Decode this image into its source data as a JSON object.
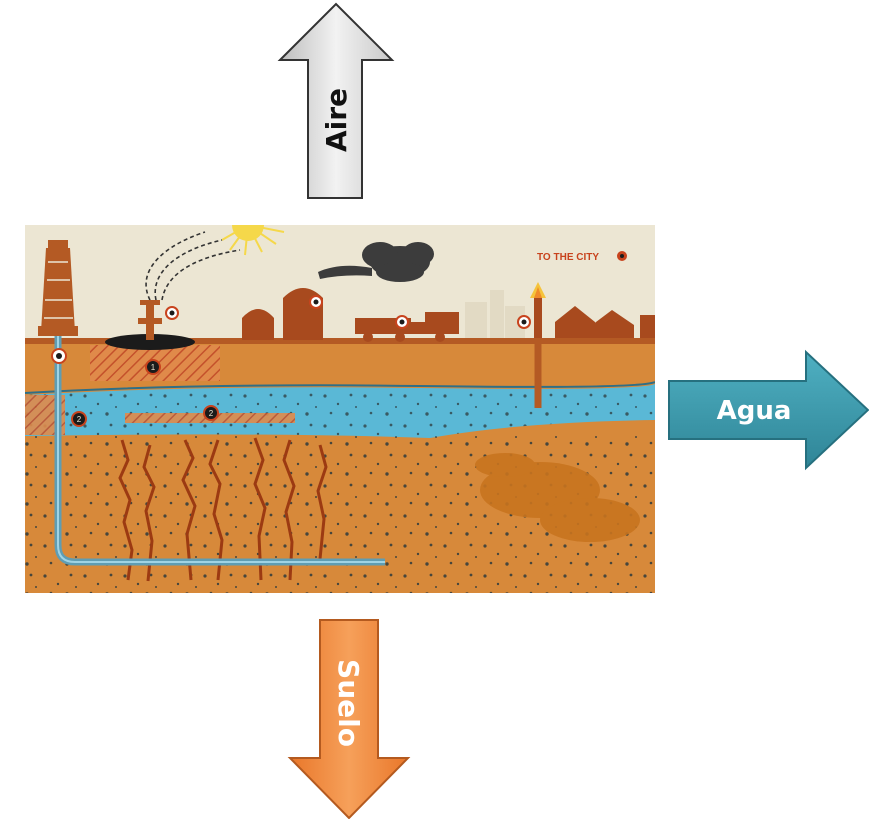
{
  "arrows": {
    "air_label": "Aire",
    "water_label": "Agua",
    "soil_label": "Suelo"
  },
  "illustration": {
    "sign_text": "TO THE CITY",
    "markers": [
      "1",
      "2",
      "2",
      "?"
    ]
  },
  "colors": {
    "air_arrow": "#dcdcdc",
    "water_arrow": "#3f9fb0",
    "soil_arrow": "#f0893a",
    "ground": "#d7893a",
    "aquifer": "#5ab8d6",
    "structures": "#a84a1e",
    "sky": "#ece6d3"
  }
}
